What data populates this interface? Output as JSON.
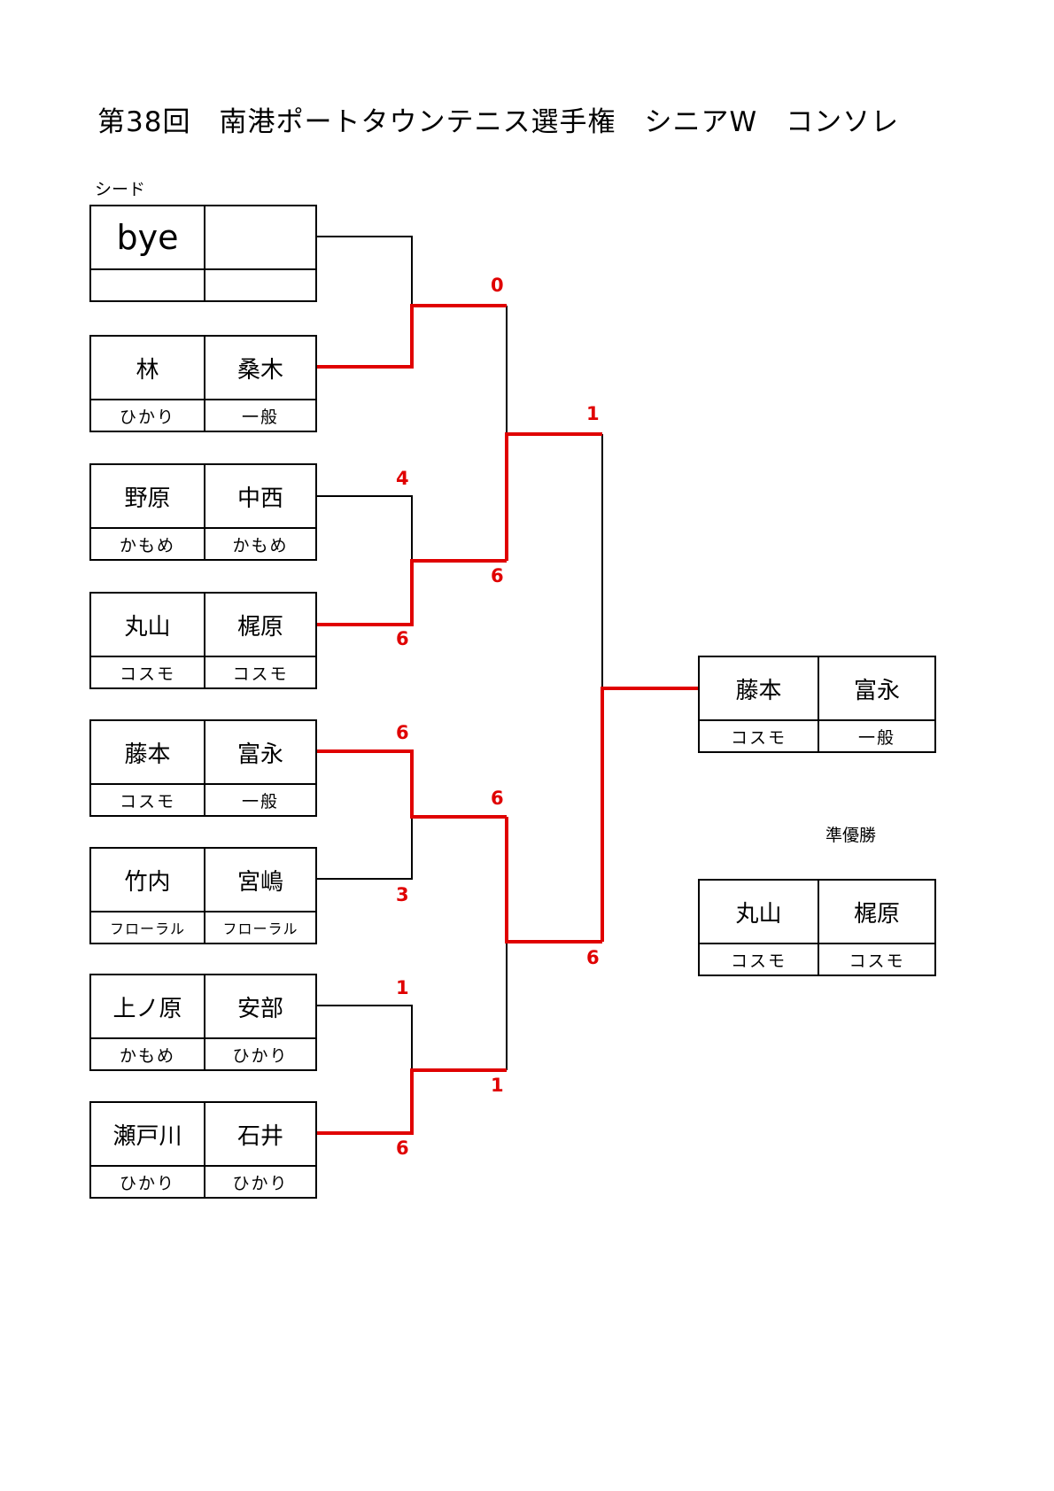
{
  "title": "第38回　南港ポートタウンテニス選手権　シニアW　コンソレ",
  "seed_label": "シード",
  "entries": [
    {
      "p1": "bye",
      "p2": "",
      "c1": "",
      "c2": ""
    },
    {
      "p1": "林",
      "p2": "桑木",
      "c1": "ひかり",
      "c2": "一般"
    },
    {
      "p1": "野原",
      "p2": "中西",
      "c1": "かもめ",
      "c2": "かもめ"
    },
    {
      "p1": "丸山",
      "p2": "梶原",
      "c1": "コスモ",
      "c2": "コスモ"
    },
    {
      "p1": "藤本",
      "p2": "富永",
      "c1": "コスモ",
      "c2": "一般"
    },
    {
      "p1": "竹内",
      "p2": "宮嶋",
      "c1": "フローラル",
      "c2": "フローラル"
    },
    {
      "p1": "上ノ原",
      "p2": "安部",
      "c1": "かもめ",
      "c2": "ひかり"
    },
    {
      "p1": "瀬戸川",
      "p2": "石井",
      "c1": "ひかり",
      "c2": "ひかり"
    }
  ],
  "scores": {
    "r2_m1_bottom": "0",
    "r1_m2_top": "4",
    "r1_m2_bottom": "6",
    "r2_m1_result": "6",
    "r3_top": "1",
    "r1_m3_top": "6",
    "r1_m3_bottom": "3",
    "r2_m2_top": "6",
    "r3_bottom": "6",
    "r1_m4_top": "1",
    "r1_m4_bottom": "6",
    "r2_m2_bottom": "1"
  },
  "winner": {
    "p1": "藤本",
    "p2": "富永",
    "c1": "コスモ",
    "c2": "一般"
  },
  "runner_up_label": "準優勝",
  "runner_up": {
    "p1": "丸山",
    "p2": "梶原",
    "c1": "コスモ",
    "c2": "コスモ"
  },
  "colors": {
    "winner_line": "#e00000",
    "line": "#000000"
  }
}
